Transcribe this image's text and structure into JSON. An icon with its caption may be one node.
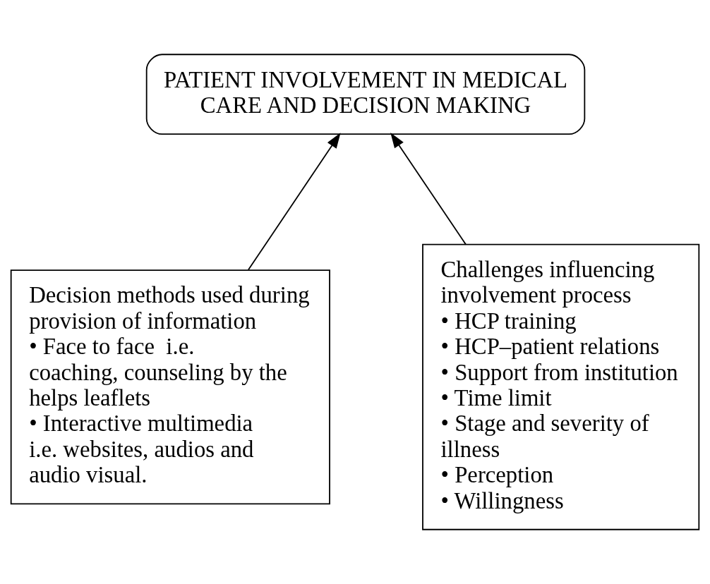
{
  "diagram": {
    "nodes": [
      {
        "text": [
          "PATIENT INVOLVEMENT IN MEDICAL CARE AND DECISION MAKING"
        ]
      },
      {
        "text": [
          "Decision methods used during provision of information",
          "• Face to face  i.e. coaching, counseling by the helps leaflets",
          "• Interactive multimedia i.e. websites, audios and audio visual."
        ]
      },
      {
        "text": [
          "Challenges influencing involvement process",
          "• HCP training",
          "• HCP–patient relations",
          "• Support from institution",
          "• Time limit",
          "• Stage and severity of illness",
          "• Perception",
          "• Willingness"
        ]
      }
    ],
    "edges": [
      {
        "from": 1,
        "to": 0,
        "arrow": "to"
      },
      {
        "from": 2,
        "to": 0,
        "arrow": "to"
      }
    ]
  }
}
